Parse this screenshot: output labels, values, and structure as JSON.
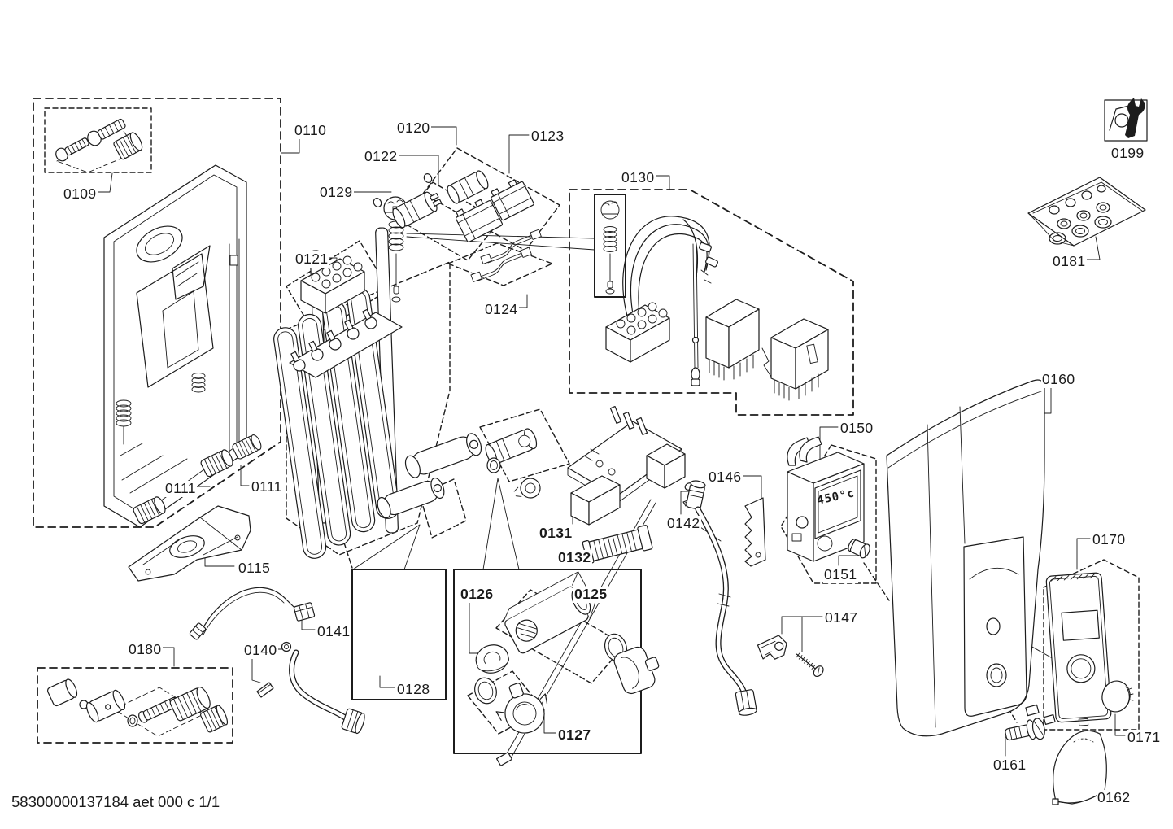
{
  "page": {
    "footer": "58300000137184 aet 000 c 1/1"
  },
  "diagram": {
    "display_reading": "450°c",
    "callouts": {
      "c0109": "0109",
      "c0110": "0110",
      "c0111a": "0111",
      "c0111b": "0111",
      "c0115": "0115",
      "c0120": "0120",
      "c0121": "0121",
      "c0122": "0122",
      "c0123": "0123",
      "c0124": "0124",
      "c0125": "0125",
      "c0126": "0126",
      "c0127": "0127",
      "c0128": "0128",
      "c0129": "0129",
      "c0130": "0130",
      "c0131": "0131",
      "c0132": "0132",
      "c0140": "0140",
      "c0141": "0141",
      "c0142": "0142",
      "c0146": "0146",
      "c0147": "0147",
      "c0150": "0150",
      "c0151": "0151",
      "c0160": "0160",
      "c0161": "0161",
      "c0162": "0162",
      "c0170": "0170",
      "c0171": "0171",
      "c0180": "0180",
      "c0181": "0181",
      "c0199": "0199"
    }
  }
}
